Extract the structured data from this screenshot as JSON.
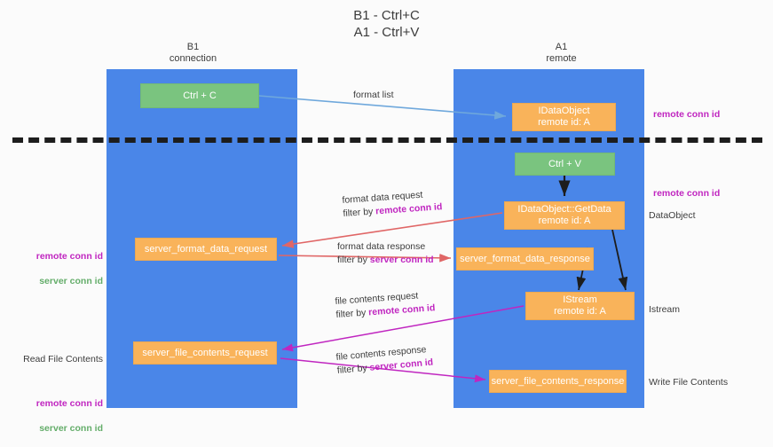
{
  "diagram": {
    "title": "B1 - Ctrl+C\nA1 - Ctrl+V",
    "lanes": [
      {
        "id": "b1",
        "header": "B1\nconnection"
      },
      {
        "id": "a1",
        "header": "A1\nremote"
      }
    ],
    "nodes": {
      "ctrl_c": "Ctrl + C",
      "idataobject": "IDataObject\nremote id: A",
      "ctrl_v": "Ctrl + V",
      "getdata": "IDataObject::GetData\nremote id: A",
      "server_format_data_request": "server_format_data_request",
      "server_format_data_response": "server_format_data_response",
      "istream": "IStream\nremote id: A",
      "server_file_contents_request": "server_file_contents_request",
      "server_file_contents_response": "server_file_contents_response"
    },
    "edges": {
      "format_list": "format list",
      "format_data_request": "format data request",
      "format_data_request_filter_prefix": "filter by ",
      "format_data_request_filter_key": "remote conn id",
      "format_data_response": "format data response",
      "format_data_response_filter_prefix": "filter by ",
      "format_data_response_filter_key": "server conn id",
      "file_contents_request": "file contents request",
      "file_contents_request_filter_prefix": "filter by ",
      "file_contents_request_filter_key": "remote conn id",
      "file_contents_response": "file contents response",
      "file_contents_response_filter_prefix": "filter by ",
      "file_contents_response_filter_key": "server conn id"
    },
    "annotations": {
      "remote_conn_id_top": "remote conn id",
      "remote_conn_id_mid": "remote conn id",
      "dataobject": "DataObject",
      "istream": "Istream",
      "write_file_contents": "Write File Contents",
      "read_file_contents": "Read File Contents",
      "left_remote_conn_id": "remote conn id",
      "left_server_conn_id": "server conn id",
      "left2_remote_conn_id": "remote conn id",
      "left2_server_conn_id": "server conn id"
    },
    "colors": {
      "lane": "#4a86e8",
      "green_box": "#7ac47f",
      "orange_box": "#f9b35a",
      "purple_text": "#c026c0",
      "green_text": "#64ad6a",
      "arrow_blue": "#6fa8dc",
      "arrow_red": "#e06666",
      "arrow_magenta": "#c026c0",
      "arrow_black": "#1d1d1d",
      "divider": "#1d1d1d",
      "background": "#fbfbfb"
    }
  }
}
